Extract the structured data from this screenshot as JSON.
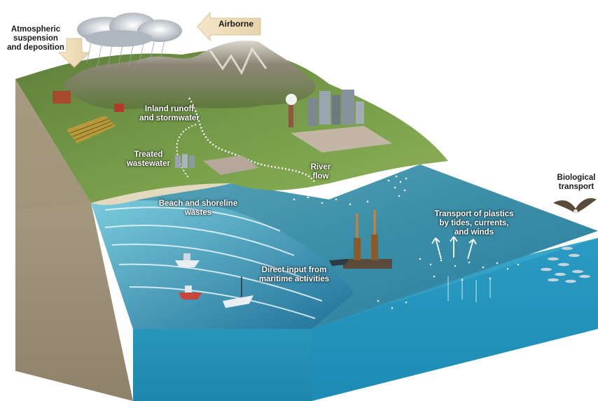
{
  "labels": {
    "atmospheric": "Atmospheric\nsuspension\nand deposition",
    "airborne": "Airborne",
    "inland_runoff": "Inland runoff\nand stormwater",
    "treated_wastewater": "Treated\nwastewater",
    "river_flow": "River\nflow",
    "beach": "Beach and shoreline\nwastes",
    "transport": "Transport of plastics\nby tides, currents,\nand winds",
    "direct_input": "Direct input from\nmaritime activities",
    "biological": "Biological\ntransport"
  },
  "colors": {
    "ocean_surface": "#3f8fa8",
    "ocean_front": "#2a9bc0",
    "land": "#6d8f45",
    "cliff": "#a89a80",
    "mountain": "#8a8272"
  }
}
